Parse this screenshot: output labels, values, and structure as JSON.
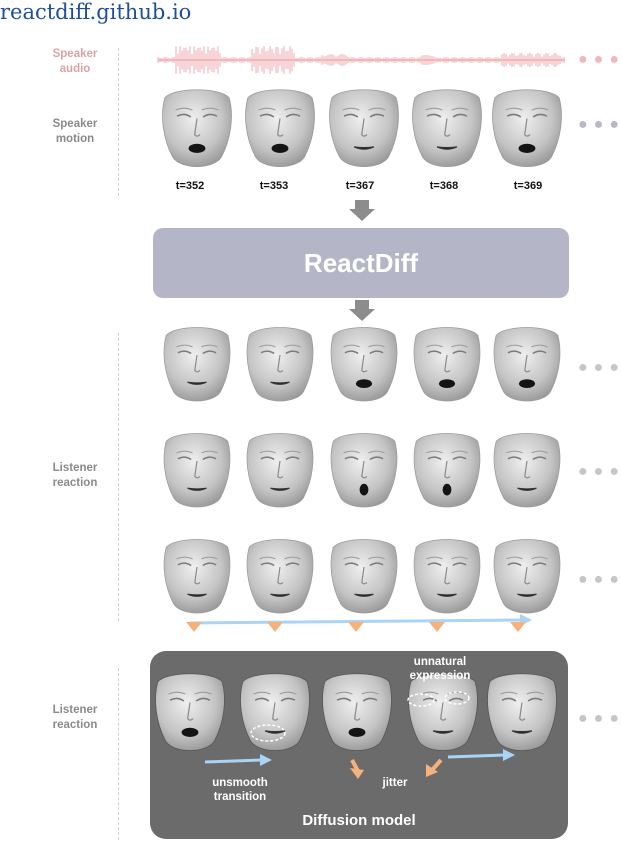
{
  "header": {
    "url": "reactdiff.github.io"
  },
  "labels": {
    "speaker_audio": [
      "Speaker",
      "audio"
    ],
    "speaker_motion": [
      "Speaker",
      "motion"
    ],
    "listener_reaction_top": [
      "Listener",
      "reaction"
    ],
    "listener_reaction_bottom": [
      "Listener",
      "reaction"
    ]
  },
  "timesteps": [
    "t=352",
    "t=353",
    "t=367",
    "t=368",
    "t=369"
  ],
  "model": {
    "name": "ReactDiff"
  },
  "baseline": {
    "name": "Diffusion model",
    "annotations": {
      "unsmooth": [
        "unsmooth",
        "transition"
      ],
      "jitter": "jitter",
      "unnatural": [
        "unnatural",
        "expression"
      ]
    }
  },
  "colors": {
    "audio": "#f0b8bc",
    "audio_label": "#d9a3a6",
    "motion_dots": "#b7b8cc",
    "banner": "#b4b6c7",
    "diffusion_box": "#6b6b6b",
    "transition_arrow": "#a9d4f5",
    "jitter_arrow": "#f5b27c"
  },
  "icons": [
    "waveform-icon",
    "face-mesh-icon",
    "down-arrow-icon",
    "ellipsis-icon"
  ]
}
